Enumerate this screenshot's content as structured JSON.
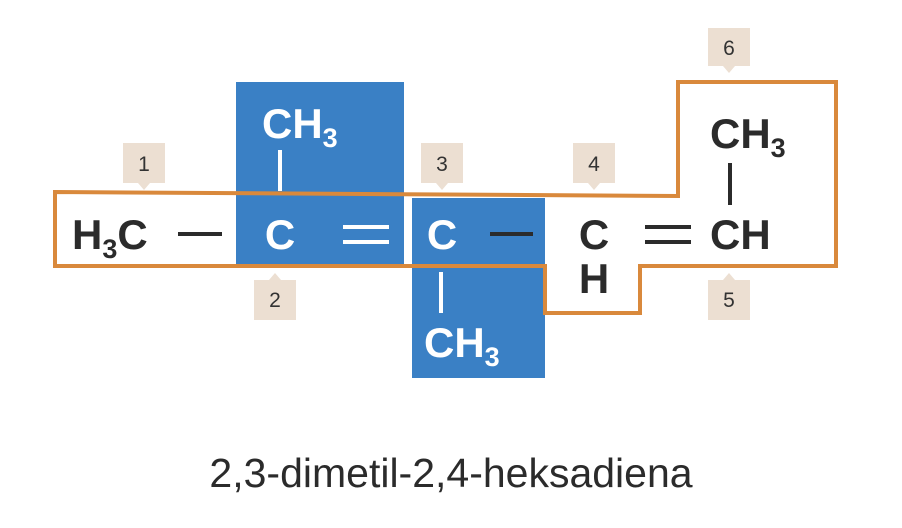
{
  "colors": {
    "highlight_fill": "#3a80c5",
    "chain_outline": "#d9893c",
    "label_bg": "#ecdfd2",
    "text_dark": "#2b2b2b",
    "text_light": "#ffffff"
  },
  "atoms": {
    "c1": {
      "main": "H",
      "sub": "3",
      "tail": "C"
    },
    "c2": "C",
    "c2_methyl": {
      "main": "CH",
      "sub": "3"
    },
    "c3": "C",
    "c3_methyl": {
      "main": "CH",
      "sub": "3"
    },
    "c4": "C",
    "c4_h": "H",
    "c5": "CH",
    "c6": {
      "main": "CH",
      "sub": "3"
    }
  },
  "bonds": {
    "single": "—",
    "double": "="
  },
  "numbers": [
    "1",
    "2",
    "3",
    "4",
    "5",
    "6"
  ],
  "name": "2,3-dimetil-2,4-heksadiena"
}
